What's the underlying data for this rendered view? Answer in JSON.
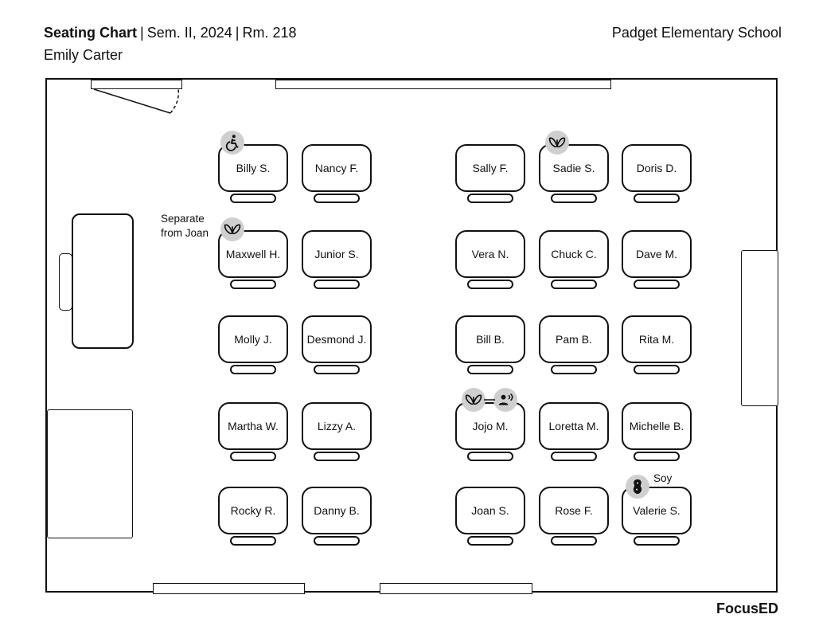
{
  "header": {
    "title": "Seating Chart",
    "semester": "Sem. II, 2024",
    "room": "Rm. 218",
    "teacher": "Emily Carter",
    "school": "Padget Elementary School"
  },
  "brand": "FocusED",
  "notes": {
    "separate": "Separate\nfrom Joan",
    "soy": "Soy"
  },
  "students": [
    "Billy S.",
    "Nancy F.",
    "Sally F.",
    "Sadie S.",
    "Doris D.",
    "Maxwell H.",
    "Junior S.",
    "Vera N.",
    "Chuck C.",
    "Dave M.",
    "Molly J.",
    "Desmond J.",
    "Bill B.",
    "Pam B.",
    "Rita M.",
    "Martha W.",
    "Lizzy A.",
    "Jojo M.",
    "Loretta M.",
    "Michelle B.",
    "Rocky R.",
    "Danny B.",
    "Joan S.",
    "Rose F.",
    "Valerie S."
  ],
  "icons": {
    "accessibility": "wheelchair-icon",
    "behavior": "butterfly-icon",
    "speech": "speaking-person-icon",
    "allergy": "peanut-icon"
  },
  "colors": {
    "badge": "#cfcfcf",
    "ink": "#111111"
  }
}
